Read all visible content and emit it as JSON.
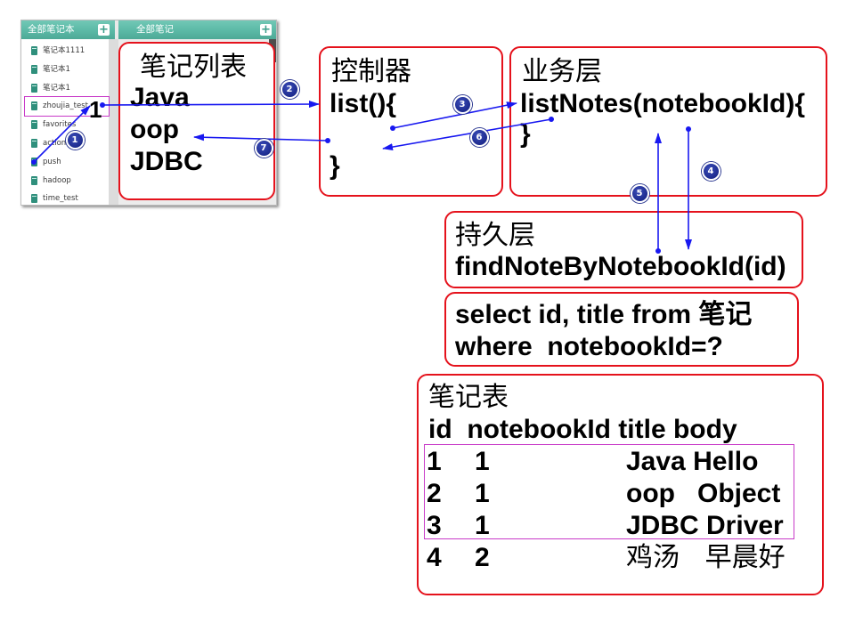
{
  "sidebar": {
    "notebooks_header": "全部笔记本",
    "add_notebook_label": "+",
    "notebooks": [
      "笔记本1111",
      "笔记本1",
      "笔记本1",
      "zhoujia_test",
      "favorites",
      "action",
      "push",
      "hadoop",
      "time_test"
    ]
  },
  "notes_panel": {
    "header": "全部笔记",
    "add_note_label": "+"
  },
  "selected_notebook_marker": "1",
  "note_list_box": {
    "title": "笔记列表",
    "items": [
      "Java",
      "oop",
      "JDBC"
    ]
  },
  "controller_box": {
    "title": "控制器",
    "method_open": "list(){",
    "method_close": "}"
  },
  "service_box": {
    "title": "业务层",
    "method_open": "listNotes(notebookId){",
    "method_close": "}"
  },
  "persistence_box": {
    "title": "持久层",
    "method": "findNoteByNotebookId(id)"
  },
  "sql_box": {
    "line1": "select id, title from 笔记",
    "line2": "where  notebookId=?"
  },
  "note_table_box": {
    "title": "笔记表",
    "header": "id  notebookId title body",
    "rows": [
      {
        "id": "1",
        "notebookId": "1",
        "title_body": "Java Hello"
      },
      {
        "id": "2",
        "notebookId": "1",
        "title_body": "oop   Object"
      },
      {
        "id": "3",
        "notebookId": "1",
        "title_body": "JDBC Driver"
      },
      {
        "id": "4",
        "notebookId": "2",
        "title_body": "鸡汤   早晨好"
      }
    ]
  },
  "step_badges": [
    "1",
    "2",
    "3",
    "4",
    "5",
    "6",
    "7"
  ],
  "colors": {
    "box_border": "#e5121c",
    "arrow": "#1818f0",
    "badge": "#1d2b8e",
    "header_teal": "#5bb9a6",
    "highlight": "#c83ac8"
  }
}
